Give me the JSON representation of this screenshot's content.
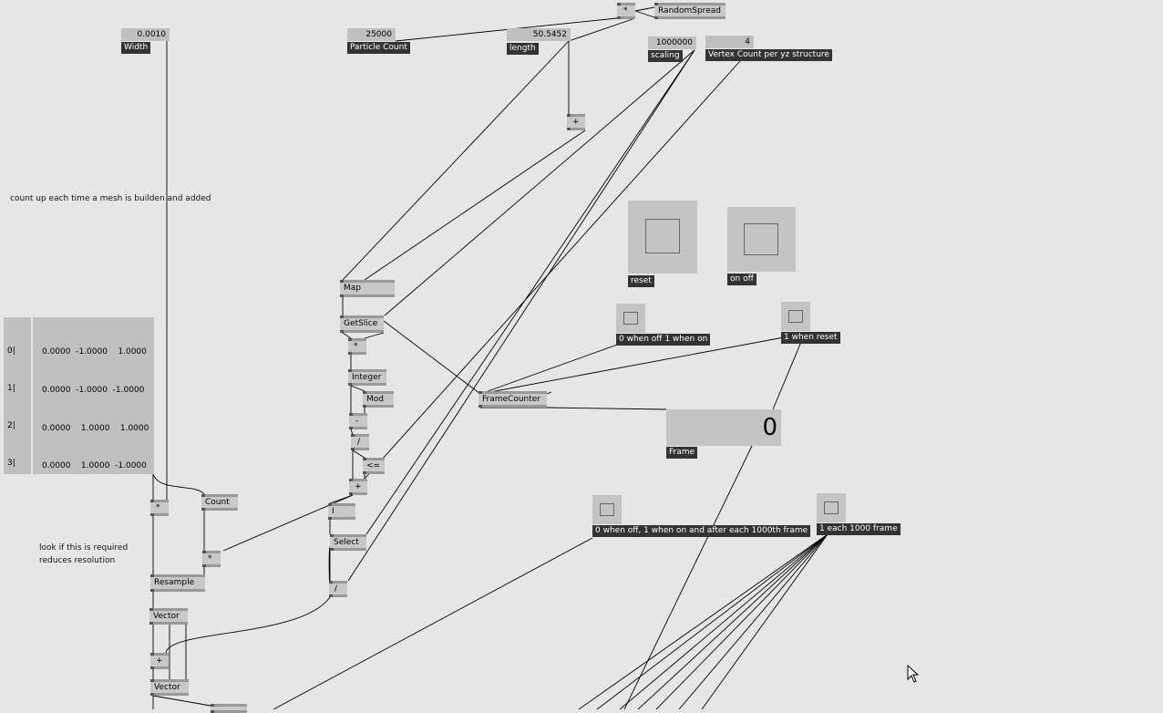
{
  "iobox": {
    "width": {
      "value": "0.0010",
      "label": "Width"
    },
    "particle_count": {
      "value": "25000",
      "label": "Particle Count"
    },
    "length": {
      "value": "50.5452",
      "label": "length"
    },
    "scaling": {
      "value": "1000000",
      "label": "scaling"
    },
    "vertex_count": {
      "value": "4",
      "label": "Vertex Count per yz structure"
    },
    "frame": {
      "value": "0",
      "label": "Frame"
    }
  },
  "nodes": {
    "mul_top": "*",
    "random_spread": "RandomSpread",
    "plus_top": "+",
    "map": "Map",
    "getslice": "GetSlice",
    "mul1": "*",
    "integer": "Integer",
    "mod": "Mod",
    "minus": "-",
    "div1": "/",
    "lte": "<=",
    "plus1": "+",
    "i": "I",
    "select": "Select",
    "div2": "/",
    "framecounter": "FrameCounter",
    "mul_left": "*",
    "count": "Count",
    "mul_count": "*",
    "resample": "Resample",
    "vector1": "Vector",
    "plus_left": "+",
    "vector2": "Vector"
  },
  "toggles": {
    "reset": "reset",
    "on_off": "on off",
    "off_on": "0 when off 1 when on",
    "when_reset": "1 when reset",
    "each_frame": "0 when off, 1 when on and after each 1000th frame",
    "each_1000": "1 each 1000 frame"
  },
  "comments": {
    "count_up": "count up each time a mesh is builden and added",
    "look_if": "look if this is required\nreduces resolution"
  },
  "spread": {
    "indices": [
      "0|",
      "1|",
      "2|",
      "3|"
    ],
    "rows": [
      "0.0000  -1.0000    1.0000",
      "0.0000  -1.0000  -1.0000",
      "0.0000    1.0000    1.0000",
      "0.0000    1.0000  -1.0000"
    ]
  }
}
